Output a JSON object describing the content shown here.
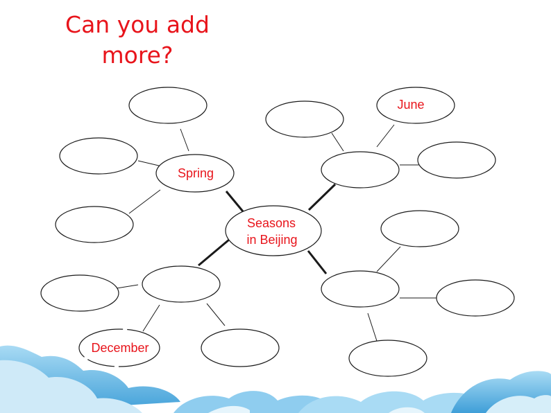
{
  "heading": {
    "line1": "Can you add",
    "line2": "more?"
  },
  "center": {
    "line1": "Seasons",
    "line2": "in Beijing"
  },
  "branches": {
    "top_left": {
      "label": "Spring"
    },
    "top_right": {
      "label": "",
      "leaf_top_right": "June"
    },
    "bottom_left": {
      "label": "",
      "leaf_bottom_left": "December"
    },
    "bottom_right": {
      "label": ""
    }
  },
  "colors": {
    "text_red": "#e8141b",
    "outline": "#1a1a1a",
    "cloud_dark": "#4aa8df",
    "cloud_light": "#cfeaf8"
  }
}
